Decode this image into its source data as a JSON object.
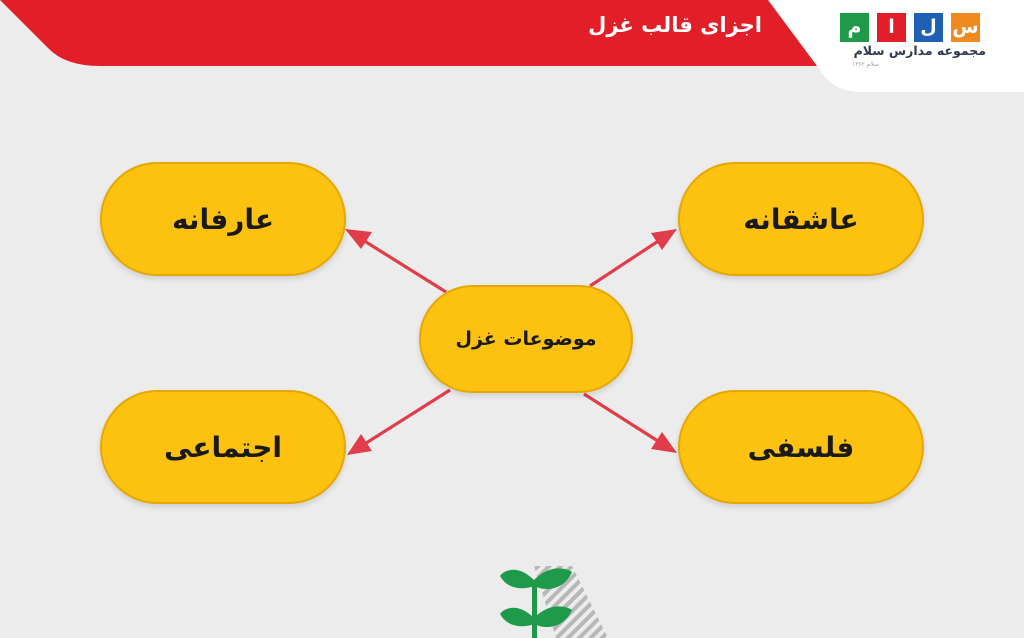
{
  "header": {
    "title": "اجزای قالب غزل"
  },
  "logo": {
    "letters": [
      "س",
      "ل",
      "ا",
      "م"
    ],
    "subtitle": "مجموعه مدارس سلام",
    "tiny_text": "سلام ۱۳۶۲"
  },
  "diagram": {
    "center": "موضوعات غزل",
    "top_left": "عارفانه",
    "top_right": "عاشقانه",
    "bottom_left": "اجتماعی",
    "bottom_right": "فلسفی"
  },
  "colors": {
    "header_red": "#e21e28",
    "node_fill": "#fdc20f",
    "arrow": "#e23b4a",
    "logo_orange": "#f08a1c",
    "logo_blue": "#1f5fb4",
    "logo_red": "#e21e28",
    "logo_green": "#1f9a4a",
    "background": "#ececec"
  }
}
